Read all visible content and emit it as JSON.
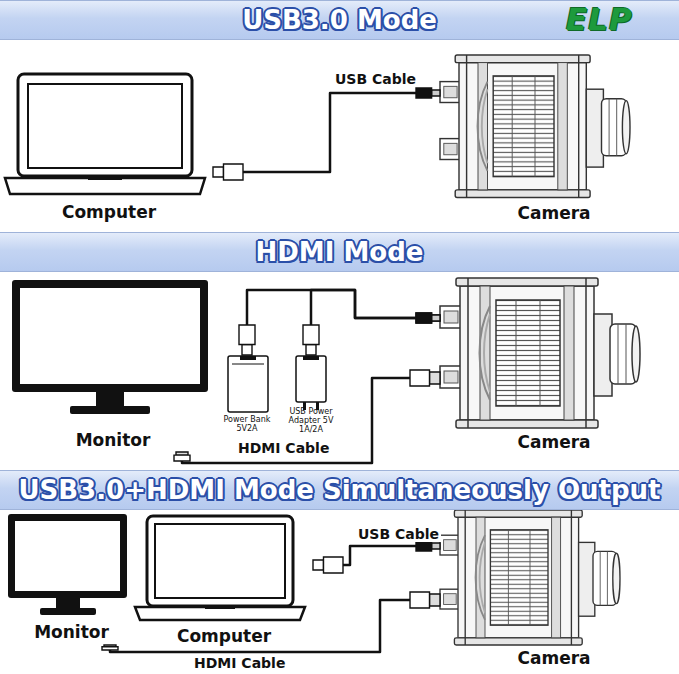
{
  "diagram": {
    "nodes": [
      {
        "text": [
          "USB3.0 Mode"
        ]
      },
      {
        "text": [
          "Computer"
        ]
      },
      {
        "text": [
          "Camera"
        ]
      },
      {
        "text": [
          "HDMI Mode"
        ]
      },
      {
        "text": [
          "Monitor"
        ]
      },
      {
        "text": [
          "Power Bank 5V2A"
        ]
      },
      {
        "text": [
          "USB Power Adapter 5V 1A/2A"
        ]
      },
      {
        "text": [
          "Camera"
        ]
      },
      {
        "text": [
          "USB3.0+HDMI Mode Simultaneously Output"
        ]
      },
      {
        "text": [
          "Monitor"
        ]
      },
      {
        "text": [
          "Computer"
        ]
      },
      {
        "text": [
          "Camera"
        ]
      }
    ],
    "edges": [
      {
        "from": 1,
        "to": 2,
        "arrow": "none",
        "label": "USB Cable"
      },
      {
        "from": 7,
        "to": 5,
        "arrow": "none"
      },
      {
        "from": 7,
        "to": 6,
        "arrow": "none"
      },
      {
        "from": 4,
        "to": 7,
        "arrow": "none",
        "label": "HDMI Cable"
      },
      {
        "from": 10,
        "to": 11,
        "arrow": "none",
        "label": "USB Cable"
      },
      {
        "from": 9,
        "to": 11,
        "arrow": "none",
        "label": "HDMI Cable"
      }
    ],
    "labels": [
      "ELP"
    ]
  }
}
